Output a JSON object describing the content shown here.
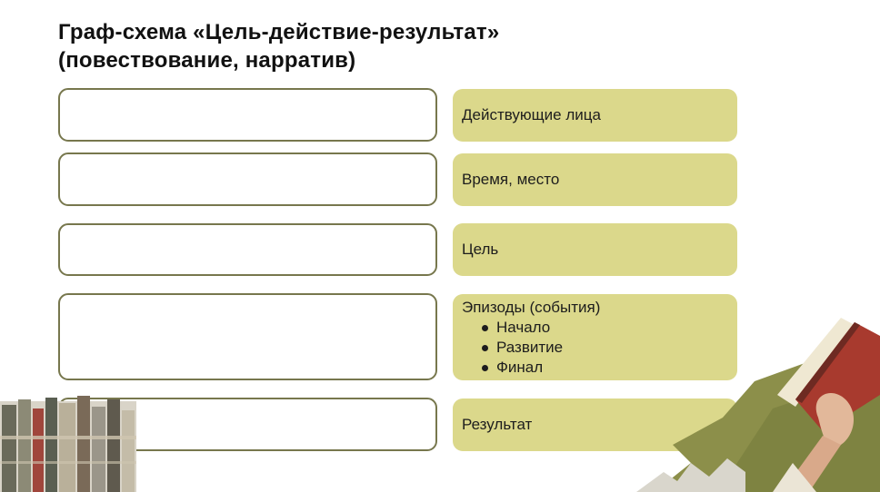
{
  "title": {
    "line1": "Граф-схема «Цель-действие-результат»",
    "line2": "(повествование, нарратив)"
  },
  "rows": [
    {
      "label": "Действующие лица"
    },
    {
      "label": "Время, место"
    },
    {
      "label": "Цель"
    },
    {
      "label": "Эпизоды (события)",
      "items": [
        "Начало",
        "Развитие",
        "Финал"
      ]
    },
    {
      "label": "Результат"
    }
  ],
  "colors": {
    "box_border": "#77774d",
    "label_fill": "#dbd88b"
  },
  "decorations": [
    "stack-of-books-illustration",
    "hand-holding-book-illustration"
  ]
}
